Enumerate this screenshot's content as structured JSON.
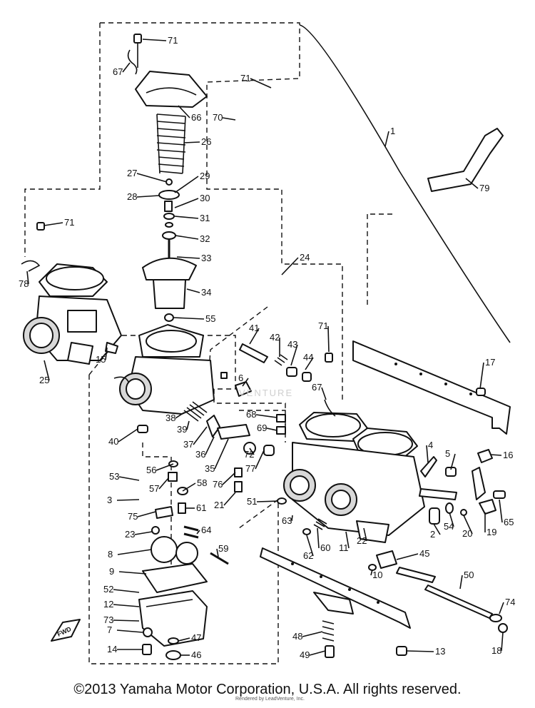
{
  "diagram": {
    "callouts": [
      "71",
      "67",
      "71",
      "66",
      "70",
      "26",
      "1",
      "27",
      "29",
      "28",
      "30",
      "79",
      "71",
      "31",
      "32",
      "33",
      "24",
      "34",
      "78",
      "55",
      "41",
      "42",
      "43",
      "44",
      "71",
      "15",
      "25",
      "6",
      "17",
      "67",
      "38",
      "68",
      "39",
      "37",
      "69",
      "40",
      "36",
      "35",
      "72",
      "77",
      "5",
      "16",
      "4",
      "53",
      "56",
      "76",
      "57",
      "58",
      "65",
      "3",
      "54",
      "20",
      "19",
      "2",
      "21",
      "51",
      "75",
      "61",
      "64",
      "63",
      "23",
      "60",
      "11",
      "22",
      "45",
      "8",
      "59",
      "62",
      "10",
      "9",
      "52",
      "50",
      "12",
      "73",
      "74",
      "7",
      "47",
      "48",
      "14",
      "46",
      "49",
      "13",
      "18",
      "6"
    ],
    "fwd_label": "FWD",
    "watermark": "VENTURE",
    "fine_print": "Rendered by LeadVenture, Inc."
  },
  "footer": {
    "copyright": "©2013 Yamaha Motor Corporation, U.S.A. All rights reserved."
  }
}
